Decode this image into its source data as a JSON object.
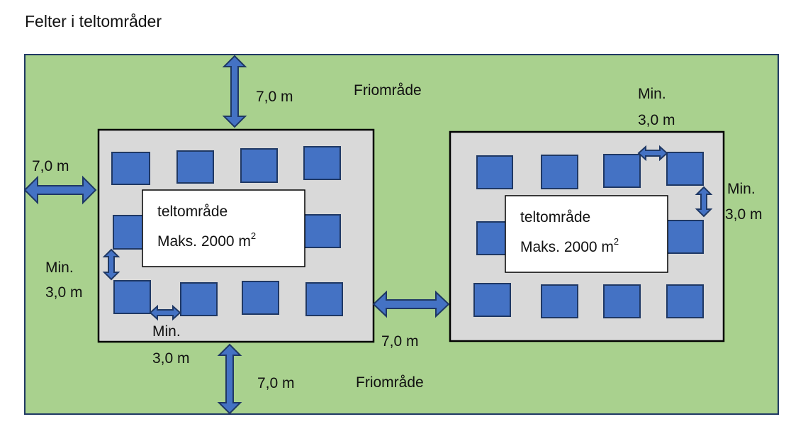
{
  "title": "Felter i teltområder",
  "colors": {
    "free_area": "#a9d18e",
    "tent_area": "#d9d9d9",
    "tent": "#4472c4",
    "arrow": "#4472c4"
  },
  "labels": {
    "free_area_top": "Friområde",
    "free_area_bottom": "Friområde",
    "dist_top": "7,0 m",
    "dist_left": "7,0 m",
    "dist_middle": "7,0 m",
    "dist_bottom": "7,0 m",
    "min_top_right_1": "Min.",
    "min_top_right_2": "3,0 m",
    "min_right_1": "Min.",
    "min_right_2": "3,0 m",
    "min_left_1": "Min.",
    "min_left_2": "3,0 m",
    "min_bottom_1": "Min.",
    "min_bottom_2": "3,0 m"
  },
  "tent_areas": [
    {
      "name": "teltområde",
      "max_text": "Maks. 2000 m",
      "sup": "2"
    },
    {
      "name": "teltområde",
      "max_text": "Maks. 2000 m",
      "sup": "2"
    }
  ]
}
